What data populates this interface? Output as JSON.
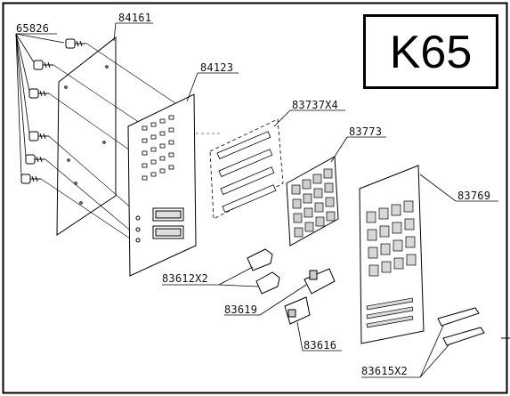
{
  "diagram_code": "K65",
  "part_labels": {
    "p65826": "65826",
    "p84161": "84161",
    "p84123": "84123",
    "p83737": "83737X4",
    "p83773": "83773",
    "p83769": "83769",
    "p83612": "83612X2",
    "p83619": "83619",
    "p83616": "83616",
    "p83615": "83615X2"
  }
}
